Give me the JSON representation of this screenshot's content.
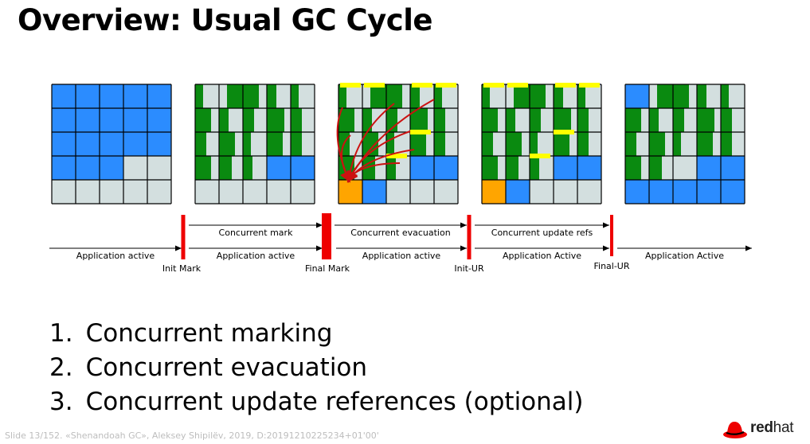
{
  "slide": {
    "title": "Overview: Usual GC Cycle",
    "list": [
      "1.  Concurrent marking",
      "2.  Concurrent evacuation",
      "3.  Concurrent update references (optional)"
    ],
    "footer": "Slide 13/152. «Shenandoah GC», Aleksey Shipilëv, 2019, D:20191210225234+01'00'",
    "logo": {
      "bold": "red",
      "normal": "hat"
    }
  },
  "colors": {
    "free": "#d3dfdf",
    "allocated": "#2b8cff",
    "marked": "#0a8a10",
    "updated": "#ffff00",
    "evacuated": "#ffa500",
    "pause": "#ee0000",
    "arrow": "#cc1111"
  },
  "timeline": {
    "concurrent_labels": [
      "Concurrent mark",
      "Concurrent evacuation",
      "Concurrent update refs"
    ],
    "application_labels": [
      "Application active",
      "Application active",
      "Application active",
      "Application Active",
      "Application Active"
    ],
    "pause_labels": [
      "Init Mark",
      "Final Mark",
      "Init-UR",
      "Final-UR"
    ]
  }
}
